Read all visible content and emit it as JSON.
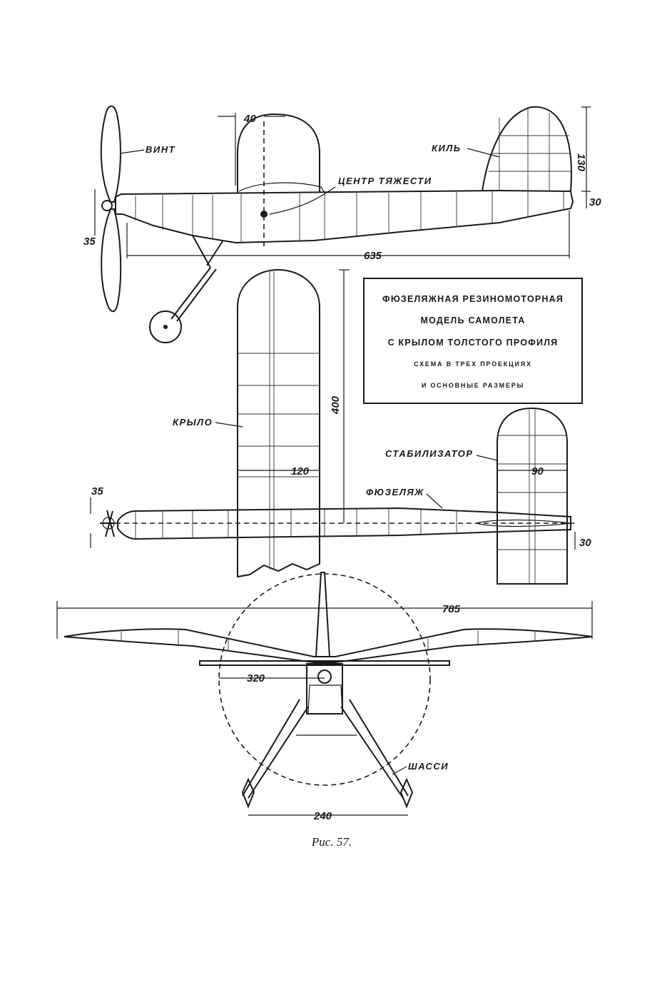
{
  "labels": {
    "propeller": "ВИНТ",
    "fin": "КИЛЬ",
    "center_of_gravity": "ЦЕНТР ТЯЖЕСТИ",
    "wing": "КРЫЛО",
    "stabilizer": "СТАБИЛИЗАТОР",
    "fuselage": "ФЮЗЕЛЯЖ",
    "landing_gear": "ШАССИ"
  },
  "title_box": {
    "line1": "ФЮЗЕЛЯЖНАЯ РЕЗИНОМОТОРНАЯ",
    "line2": "МОДЕЛЬ САМОЛЕТА",
    "line3": "С КРЫЛОМ ТОЛСТОГО ПРОФИЛЯ",
    "line4": "СХЕМА В ТРЕХ ПРОЕКЦИЯХ",
    "line5": "И ОСНОВНЫЕ РАЗМЕРЫ"
  },
  "dimensions": {
    "side_wing_offset": "40",
    "fin_height": "130",
    "tail_height": "30",
    "nose_height": "35",
    "fuselage_length": "635",
    "wing_span_half": "400",
    "wing_chord": "120",
    "stab_chord": "90",
    "top_nose": "35",
    "top_tail": "30",
    "full_span": "785",
    "prop_diameter": "320",
    "wheel_track": "240"
  },
  "caption": "Рис. 57."
}
